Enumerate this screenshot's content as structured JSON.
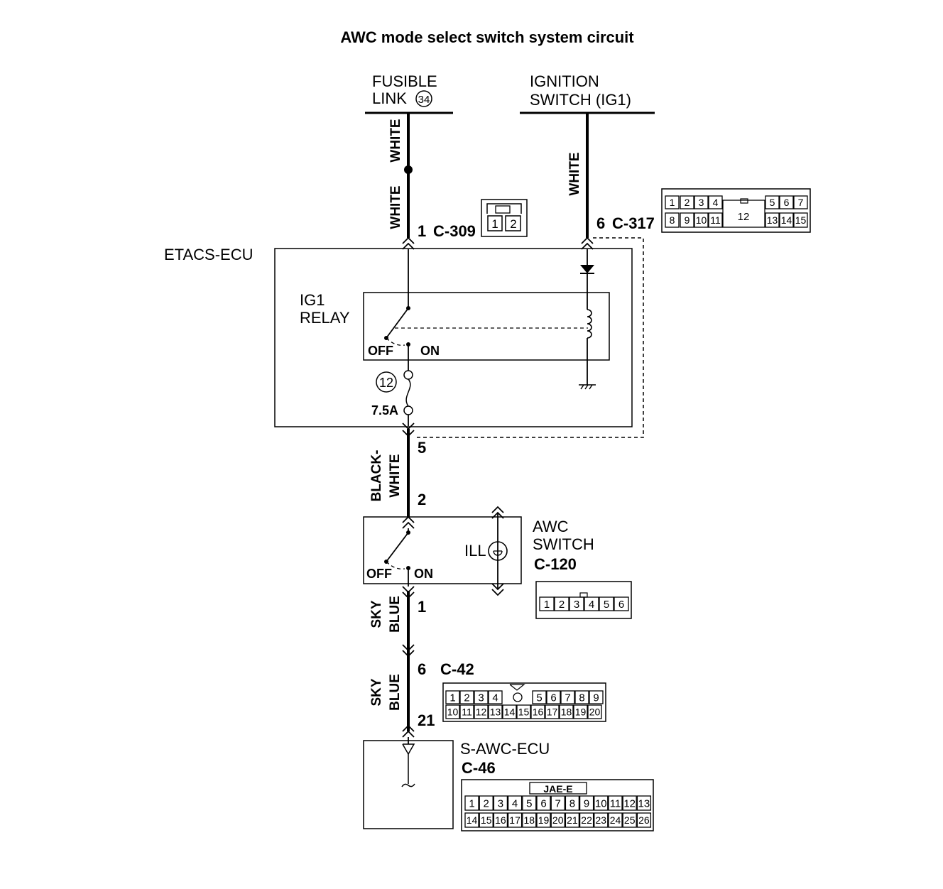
{
  "title": "AWC mode select switch system circuit",
  "sources": {
    "fusible_link": {
      "line1": "FUSIBLE",
      "line2": "LINK",
      "number": "34"
    },
    "ignition_switch": {
      "line1": "IGNITION",
      "line2": "SWITCH (IG1)"
    }
  },
  "wires": {
    "fusible_upper": "WHITE",
    "fusible_lower": "WHITE",
    "ignition": "WHITE",
    "etacs_to_awc": [
      "BLACK-",
      "WHITE"
    ],
    "awc_to_c42": [
      "SKY",
      "BLUE"
    ],
    "c42_to_ecu": [
      "SKY",
      "BLUE"
    ]
  },
  "terminals": {
    "c309_pin": "1",
    "c309_name": "C-309",
    "c317_pin": "6",
    "c317_name": "C-317",
    "etacs_out": "5",
    "awc_in": "2",
    "awc_out": "1",
    "c42_pin": "6",
    "c42_name": "C-42",
    "ecu_in": "21"
  },
  "etacs": {
    "label": "ETACS-ECU",
    "relay_line1": "IG1",
    "relay_line2": "RELAY",
    "off": "OFF",
    "on": "ON",
    "fuse_number": "12",
    "fuse_rating": "7.5A"
  },
  "awc_switch": {
    "line1": "AWC",
    "line2": "SWITCH",
    "connector": "C-120",
    "ill": "ILL",
    "off": "OFF",
    "on": "ON"
  },
  "s_awc_ecu": {
    "label": "S-AWC-ECU",
    "connector": "C-46"
  },
  "connectors": {
    "c309": [
      "1",
      "2"
    ],
    "c317_top": [
      "1",
      "2",
      "3",
      "4",
      "5",
      "6",
      "7"
    ],
    "c317_bottom": [
      "8",
      "9",
      "10",
      "11",
      "12",
      "13",
      "14",
      "15"
    ],
    "c120": [
      "1",
      "2",
      "3",
      "4",
      "5",
      "6"
    ],
    "c42_top": [
      "1",
      "2",
      "3",
      "4",
      "5",
      "6",
      "7",
      "8",
      "9"
    ],
    "c42_bottom": [
      "10",
      "11",
      "12",
      "13",
      "14",
      "15",
      "16",
      "17",
      "18",
      "19",
      "20"
    ],
    "c46_header": "JAE-E",
    "c46_top": [
      "1",
      "2",
      "3",
      "4",
      "5",
      "6",
      "7",
      "8",
      "9",
      "10",
      "11",
      "12",
      "13"
    ],
    "c46_bottom": [
      "14",
      "15",
      "16",
      "17",
      "18",
      "19",
      "20",
      "21",
      "22",
      "23",
      "24",
      "25",
      "26"
    ]
  }
}
